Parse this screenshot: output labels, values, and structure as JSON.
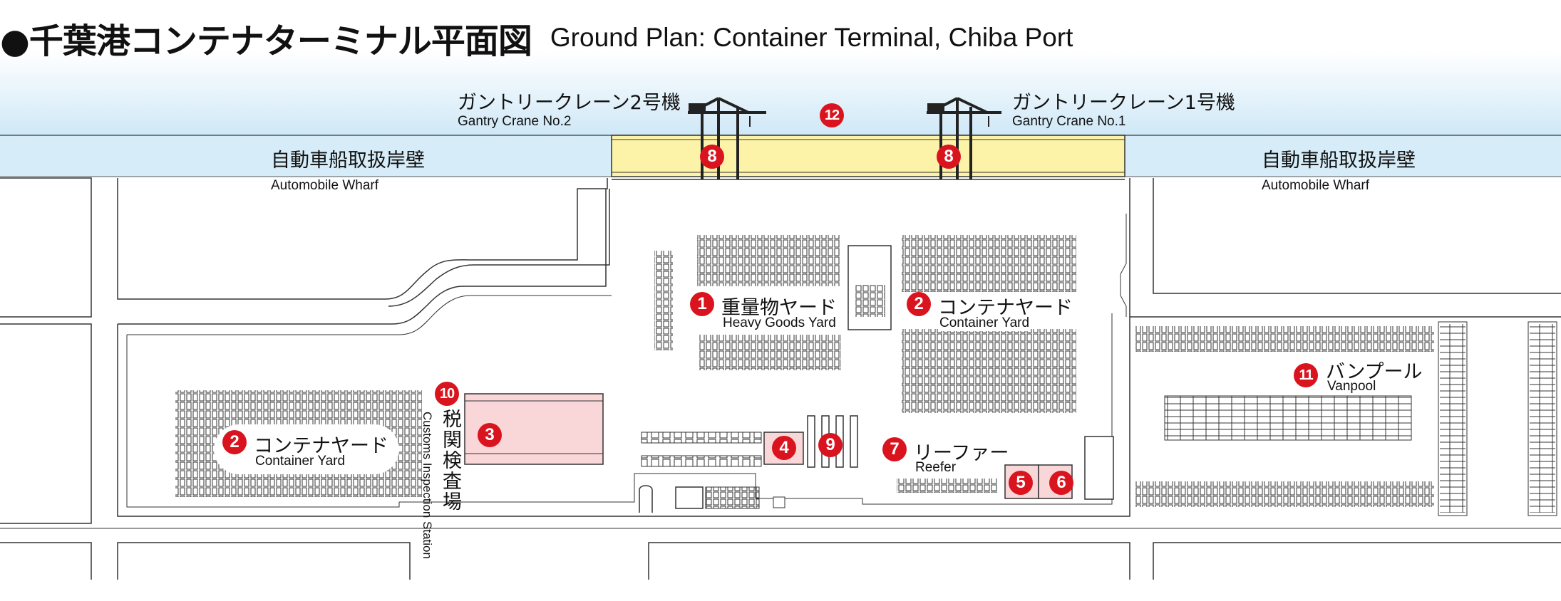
{
  "title": {
    "jp": "●千葉港コンテナターミナル平面図",
    "en": "Ground Plan: Container Terminal, Chiba Port"
  },
  "cranes": [
    {
      "jp": "ガントリークレーン2号機",
      "en": "Gantry Crane No.2"
    },
    {
      "jp": "ガントリークレーン1号機",
      "en": "Gantry Crane No.1"
    }
  ],
  "wharves": {
    "left": {
      "jp": "自動車船取扱岸壁",
      "en": "Automobile Wharf"
    },
    "right": {
      "jp": "自動車船取扱岸壁",
      "en": "Automobile Wharf"
    }
  },
  "areas": {
    "heavy_goods": {
      "num": "1",
      "jp": "重量物ヤード",
      "en": "Heavy Goods Yard"
    },
    "container_yard_center": {
      "num": "2",
      "jp": "コンテナヤード",
      "en": "Container Yard"
    },
    "container_yard_left": {
      "num": "2",
      "jp": "コンテナヤード",
      "en": "Container Yard"
    },
    "reefer": {
      "num": "7",
      "jp": "リーファー",
      "en": "Reefer"
    },
    "vanpool": {
      "num": "11",
      "jp": "バンプール",
      "en": "Vanpool"
    },
    "customs": {
      "num": "10",
      "jp": "税関検査場",
      "en": "Customs Inspection Station"
    }
  },
  "markers": [
    "3",
    "4",
    "5",
    "6",
    "8",
    "8",
    "9",
    "12"
  ],
  "colors": {
    "sea_band": "#d6ecf8",
    "berth": "#fdf3a8",
    "building": "#f9d6d8",
    "marker": "#d9141f",
    "line": "#333333"
  }
}
